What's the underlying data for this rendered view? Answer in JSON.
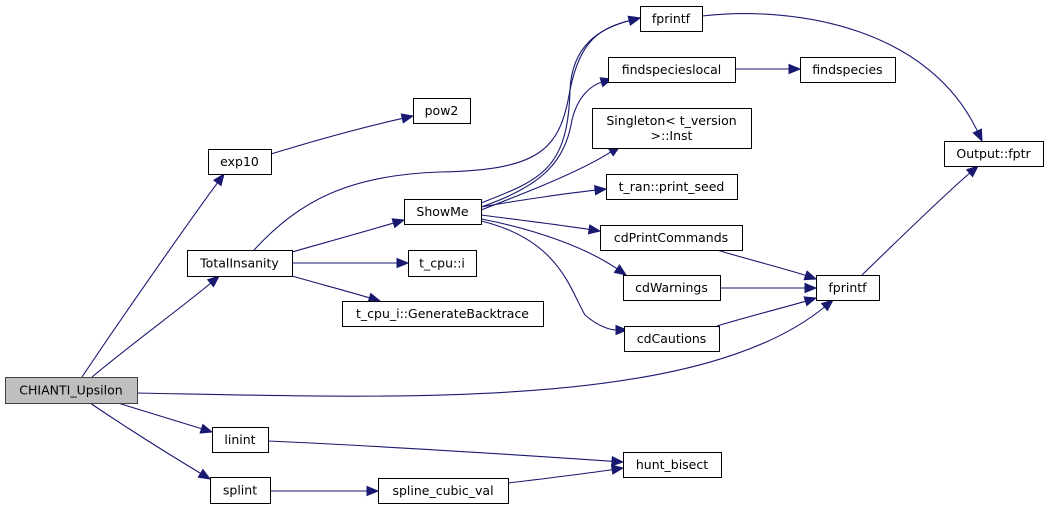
{
  "diagram": {
    "type": "call-graph",
    "root": "CHIANTI_Upsilon",
    "colors": {
      "edge": "#191970",
      "root_fill": "#bfbfbf",
      "node_fill": "#ffffff",
      "node_border": "#000000"
    },
    "nodes": [
      {
        "id": "chianti",
        "lines": [
          "CHIANTI_Upsilon"
        ],
        "root": true
      },
      {
        "id": "exp10",
        "lines": [
          "exp10"
        ]
      },
      {
        "id": "pow2",
        "lines": [
          "pow2"
        ]
      },
      {
        "id": "totalinsanity",
        "lines": [
          "TotalInsanity"
        ]
      },
      {
        "id": "showme",
        "lines": [
          "ShowMe"
        ]
      },
      {
        "id": "tcpui",
        "lines": [
          "t_cpu::i"
        ]
      },
      {
        "id": "backtrace",
        "lines": [
          "t_cpu_i::GenerateBacktrace"
        ]
      },
      {
        "id": "fprintf1",
        "lines": [
          "fprintf"
        ]
      },
      {
        "id": "findspecieslocal",
        "lines": [
          "findspecieslocal"
        ]
      },
      {
        "id": "findspecies",
        "lines": [
          "findspecies"
        ]
      },
      {
        "id": "singleton",
        "lines": [
          "Singleton< t_version",
          ">::Inst"
        ]
      },
      {
        "id": "printseed",
        "lines": [
          "t_ran::print_seed"
        ]
      },
      {
        "id": "cdprintcommands",
        "lines": [
          "cdPrintCommands"
        ]
      },
      {
        "id": "cdwarnings",
        "lines": [
          "cdWarnings"
        ]
      },
      {
        "id": "cdcautions",
        "lines": [
          "cdCautions"
        ]
      },
      {
        "id": "fprintf2",
        "lines": [
          "fprintf"
        ]
      },
      {
        "id": "outputfptr",
        "lines": [
          "Output::fptr"
        ]
      },
      {
        "id": "linint",
        "lines": [
          "linint"
        ]
      },
      {
        "id": "splint",
        "lines": [
          "splint"
        ]
      },
      {
        "id": "splinecubicval",
        "lines": [
          "spline_cubic_val"
        ]
      },
      {
        "id": "huntbisect",
        "lines": [
          "hunt_bisect"
        ]
      }
    ],
    "edges": [
      {
        "from": "chianti",
        "to": "exp10"
      },
      {
        "from": "chianti",
        "to": "totalinsanity"
      },
      {
        "from": "chianti",
        "to": "fprintf2"
      },
      {
        "from": "chianti",
        "to": "linint"
      },
      {
        "from": "chianti",
        "to": "splint"
      },
      {
        "from": "exp10",
        "to": "pow2"
      },
      {
        "from": "totalinsanity",
        "to": "fprintf1"
      },
      {
        "from": "totalinsanity",
        "to": "showme"
      },
      {
        "from": "totalinsanity",
        "to": "tcpui"
      },
      {
        "from": "totalinsanity",
        "to": "backtrace"
      },
      {
        "from": "showme",
        "to": "fprintf1"
      },
      {
        "from": "showme",
        "to": "findspecieslocal"
      },
      {
        "from": "showme",
        "to": "singleton"
      },
      {
        "from": "showme",
        "to": "printseed"
      },
      {
        "from": "showme",
        "to": "cdprintcommands"
      },
      {
        "from": "showme",
        "to": "cdwarnings"
      },
      {
        "from": "showme",
        "to": "cdcautions"
      },
      {
        "from": "findspecieslocal",
        "to": "findspecies"
      },
      {
        "from": "fprintf1",
        "to": "outputfptr"
      },
      {
        "from": "cdprintcommands",
        "to": "fprintf2"
      },
      {
        "from": "cdwarnings",
        "to": "fprintf2"
      },
      {
        "from": "cdcautions",
        "to": "fprintf2"
      },
      {
        "from": "fprintf2",
        "to": "outputfptr"
      },
      {
        "from": "linint",
        "to": "huntbisect"
      },
      {
        "from": "splint",
        "to": "splinecubicval"
      },
      {
        "from": "splinecubicval",
        "to": "huntbisect"
      }
    ]
  }
}
